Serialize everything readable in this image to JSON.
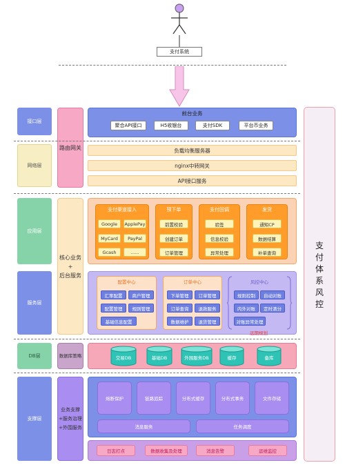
{
  "actor": {
    "label": "支付系统"
  },
  "layers": {
    "access": "接口层",
    "network": "网络层",
    "application": "应用层",
    "service": "服务层",
    "db": "DB层",
    "support": "支撑层"
  },
  "middle": {
    "gateway": "路由网关",
    "core": [
      "核心业务",
      "+",
      "后台服务"
    ],
    "db_strategy": "数据库策略",
    "support": [
      "业务支撑",
      "+服务治理",
      "+外围服务"
    ]
  },
  "right_title": [
    "支",
    "付",
    "体",
    "系",
    "风",
    "控"
  ],
  "frontend": {
    "title": "前台业务",
    "items": [
      "聚合API接口",
      "H5收银台",
      "支付SDK",
      "平台币业务"
    ]
  },
  "network_bars": [
    "负载均衡服务器",
    "nginx中转网关",
    "API接口服务"
  ],
  "application": {
    "channel": {
      "title": "支付渠道接入",
      "items": [
        "Google",
        "ApplePay",
        "MyCard",
        "PayPal",
        "Gcash",
        "......"
      ]
    },
    "order": {
      "title": "预下单",
      "items": [
        "前置校验",
        "创建订单",
        "订单管理"
      ]
    },
    "callback": {
      "title": "支付回调",
      "items": [
        "验签",
        "信息校验",
        "异常处理"
      ]
    },
    "delivery": {
      "title": "发货",
      "items": [
        "通知CP",
        "数据结算",
        "补单查询"
      ]
    }
  },
  "service": {
    "config": {
      "title": "配置中心",
      "items": [
        "汇率配置",
        "商户管理",
        "配置管理",
        "规则管理",
        "基础信息配置"
      ]
    },
    "order": {
      "title": "订单中心",
      "items": [
        "下单管理",
        "订单管理",
        "订单查询",
        "退款服务",
        "数据维护",
        "退货管理"
      ]
    },
    "risk": {
      "title": "风控中心",
      "items": [
        "规则控制",
        "自动对账",
        "内外对账",
        "定时清分",
        "对账异常处理"
      ]
    },
    "note": "远期规划"
  },
  "databases": [
    "交易DB",
    "基础DB",
    "外围服务DB",
    "缓存",
    "备库"
  ],
  "support": {
    "row1": [
      "熔断保护",
      "链路追踪",
      "分布式缓存",
      "分布式事务",
      "文件存储"
    ],
    "row2": [
      "消息服务",
      "任务调度"
    ],
    "row3": [
      "日志打点",
      "数据收集及处理",
      "消息告警",
      "运维监控"
    ]
  },
  "colors": {
    "layer_label_blue": "#7b90e6",
    "layer_label_green": "#87d3a9",
    "layer_label_cream": "#f7efc3",
    "accent_orange": "#ff9c2a",
    "accent_purple": "#a98df0",
    "risk_note_red": "#e53935",
    "arrow_pink": "#f7c5e8"
  },
  "icons": [
    "stick-figure-actor-icon",
    "down-arrow-icon",
    "database-cylinder-icon"
  ]
}
